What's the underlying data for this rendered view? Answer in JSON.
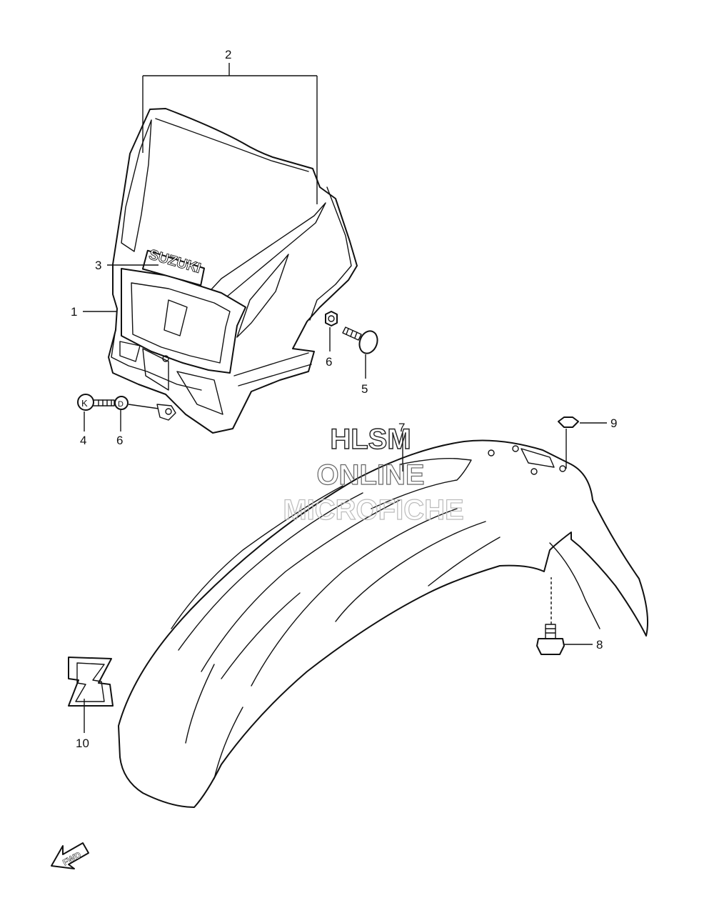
{
  "diagram": {
    "callouts": [
      {
        "id": "c1",
        "label": "1"
      },
      {
        "id": "c2",
        "label": "2"
      },
      {
        "id": "c3",
        "label": "3"
      },
      {
        "id": "c4",
        "label": "4"
      },
      {
        "id": "c5",
        "label": "5"
      },
      {
        "id": "c6a",
        "label": "6"
      },
      {
        "id": "c6b",
        "label": "6"
      },
      {
        "id": "c7",
        "label": "7"
      },
      {
        "id": "c8",
        "label": "8"
      },
      {
        "id": "c9",
        "label": "9"
      },
      {
        "id": "c10",
        "label": "10"
      }
    ],
    "logo_text": "SUZUKI",
    "bolt_marks": {
      "bolt_head": "K",
      "nut": "D"
    },
    "direction_marker": "FWD",
    "watermark": [
      "HLSM",
      "ONLINE",
      "MICROFICHE"
    ]
  }
}
